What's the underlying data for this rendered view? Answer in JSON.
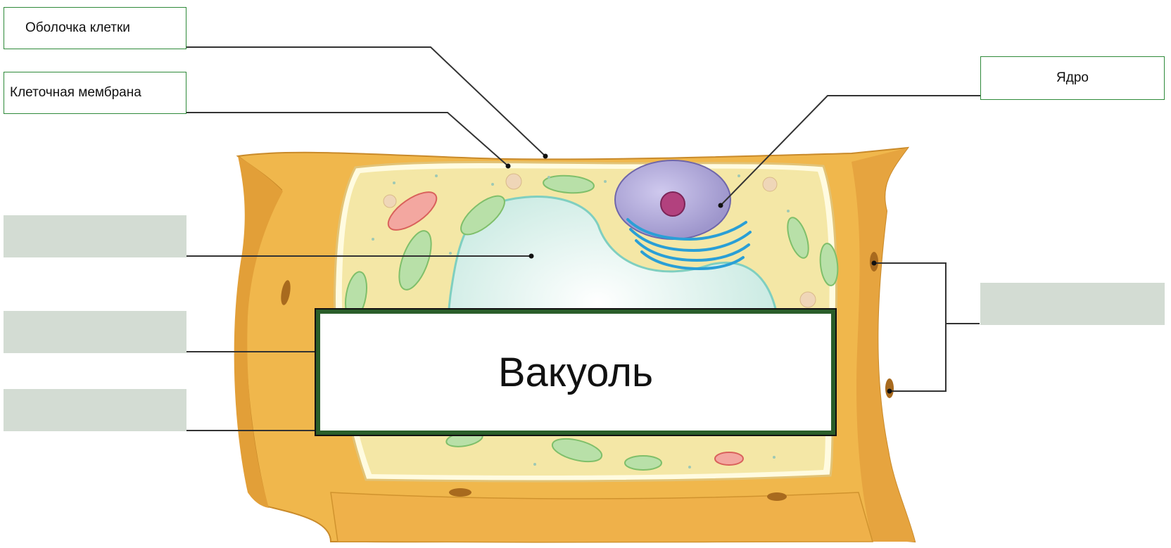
{
  "labels": {
    "cell_wall": "Оболочка клетки",
    "cell_membrane": "Клеточная мембрана",
    "nucleus": "Ядро",
    "answer": "Вакуоль"
  },
  "blank_labels": [
    "",
    "",
    "",
    ""
  ],
  "colors": {
    "wall_fill": "#f0b74c",
    "wall_dark": "#d7922d",
    "cytoplasm": "#f4e7a6",
    "vacuole": "#d5f0ea",
    "nucleus": "#b8b1dd",
    "nucleolus": "#b2417e",
    "chloroplast": "#b8e0a8",
    "label_border": "#2f8a3a",
    "blank_fill": "#d3dcd3",
    "answer_border": "#2a5e2a"
  }
}
